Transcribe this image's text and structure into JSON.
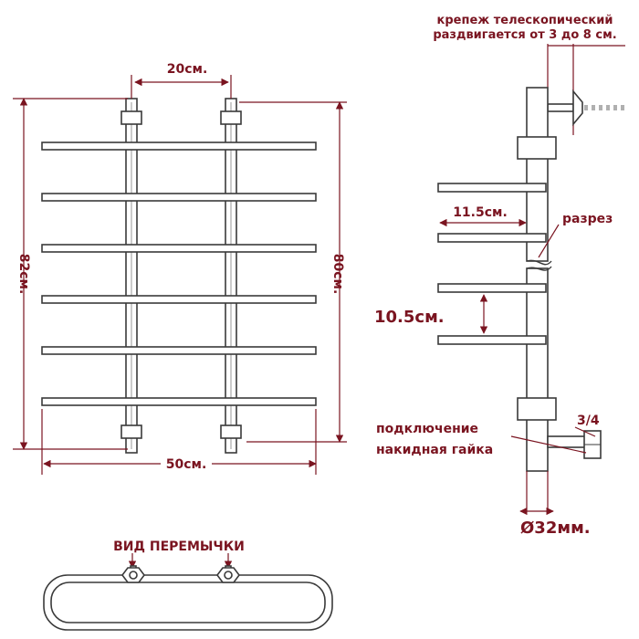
{
  "labels": {
    "mount_line1": "крепеж телескопический",
    "mount_line2": "раздвигается от 3 до 8 см.",
    "width_top": "20см.",
    "height_left": "82см.",
    "height_right": "80см.",
    "width_bottom": "50см.",
    "shelf_depth": "11.5см.",
    "cut": "разрез",
    "spacing": "10.5см.",
    "thread": "3/4",
    "connection_line1": "подключение",
    "connection_line2": "накидная гайка",
    "pipe_diameter": "Ø32мм.",
    "jumper_view": "ВИД ПЕРЕМЫЧКИ"
  },
  "colors": {
    "label": "#7a1420",
    "line": "#3a3a3a"
  }
}
